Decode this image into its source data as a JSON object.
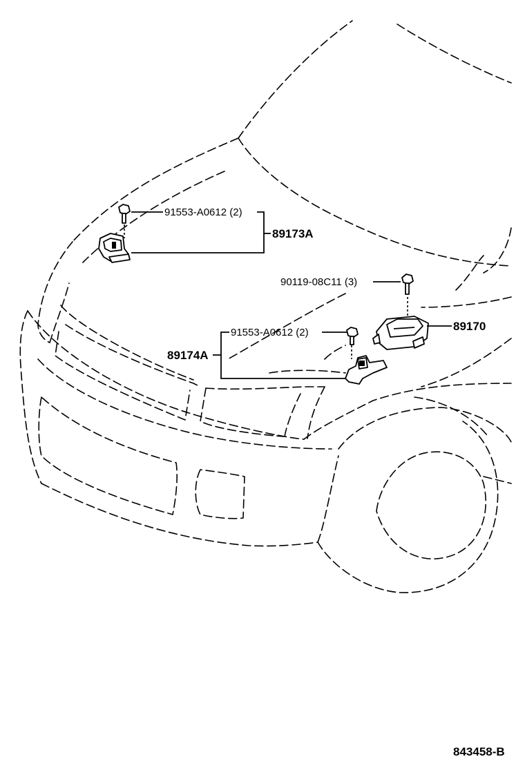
{
  "callouts": {
    "bolt_upper": "91553-A0612 (2)",
    "sensor_upper": "89173A",
    "screw_ecu": "90119-08C11 (3)",
    "ecu": "89170",
    "bolt_lower": "91553-A0612 (2)",
    "sensor_lower": "89174A"
  },
  "diagram_number": "843458-B"
}
